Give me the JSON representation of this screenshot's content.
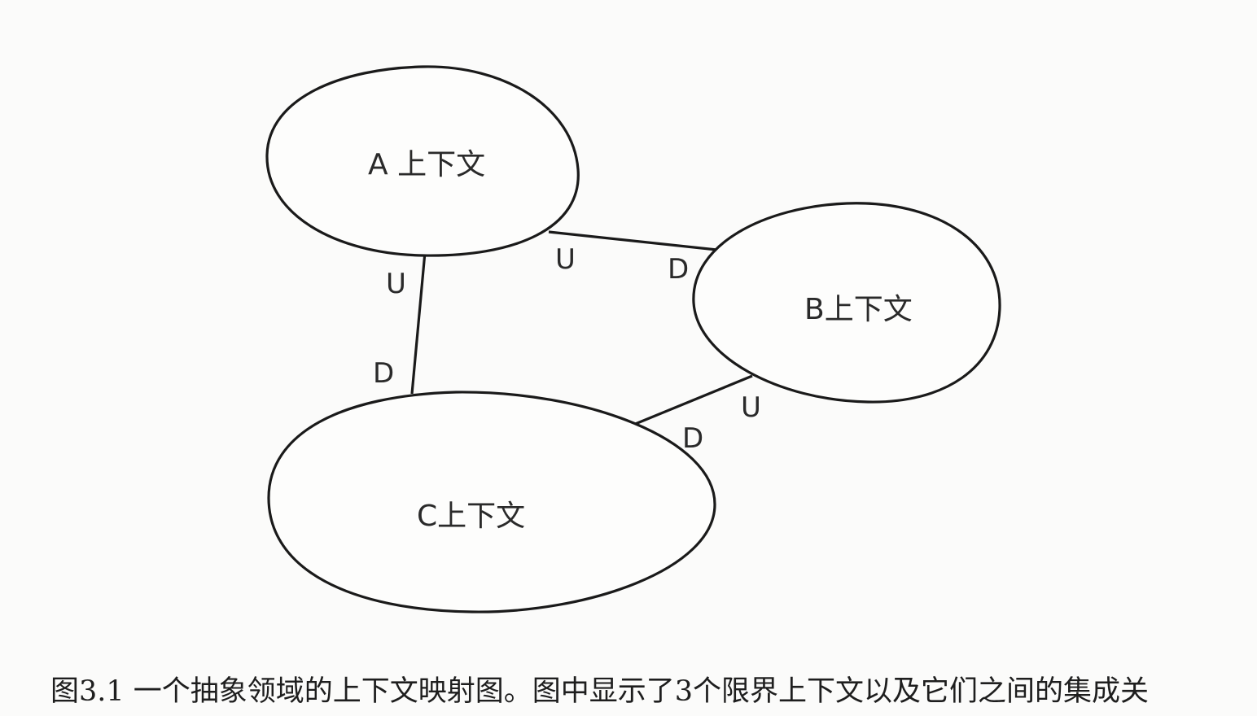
{
  "diagram": {
    "contexts": {
      "a": "A 上下文",
      "b": "B上下文",
      "c": "C上下文"
    },
    "relationships": [
      {
        "upstream": "A 上下文",
        "downstream": "C上下文",
        "upstream_label": "U",
        "downstream_label": "D"
      },
      {
        "upstream": "A 上下文",
        "downstream": "B上下文",
        "upstream_label": "U",
        "downstream_label": "D"
      },
      {
        "upstream": "B上下文",
        "downstream": "C上下文",
        "upstream_label": "U",
        "downstream_label": "D"
      }
    ]
  },
  "caption": {
    "text": "图3.1 一个抽象领域的上下文映射图。图中显示了3个限界上下文以及它们之间的集成关"
  }
}
